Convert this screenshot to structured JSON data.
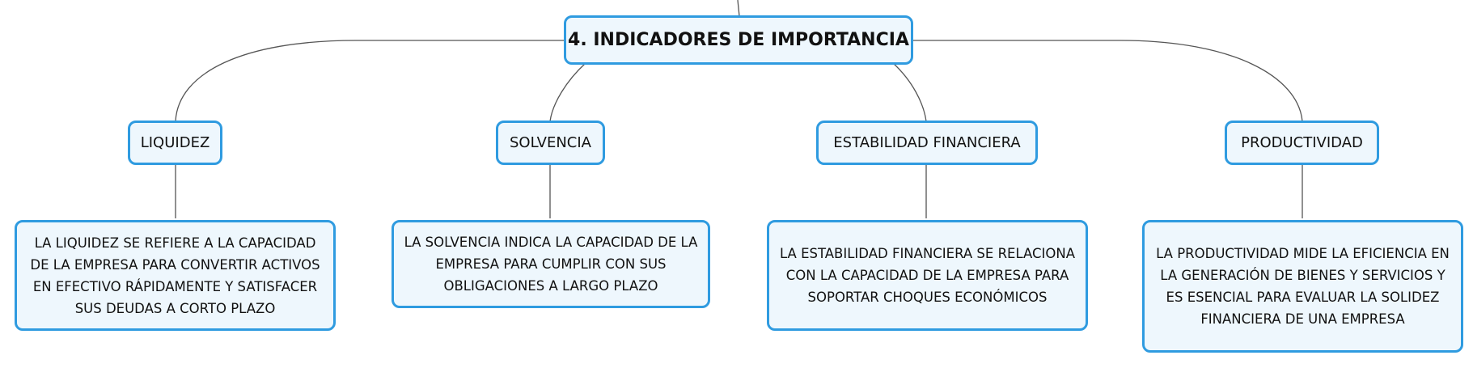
{
  "mindmap": {
    "root": {
      "label": "4. INDICADORES DE IMPORTANCIA"
    },
    "branches": [
      {
        "label": "LIQUIDEZ",
        "description": "LA LIQUIDEZ SE REFIERE A LA CAPACIDAD DE LA EMPRESA PARA CONVERTIR ACTIVOS EN EFECTIVO RÁPIDAMENTE Y SATISFACER SUS DEUDAS A CORTO PLAZO"
      },
      {
        "label": "SOLVENCIA",
        "description": "LA SOLVENCIA INDICA LA CAPACIDAD DE LA EMPRESA PARA CUMPLIR CON SUS OBLIGACIONES A LARGO PLAZO"
      },
      {
        "label": "ESTABILIDAD FINANCIERA",
        "description": "LA ESTABILIDAD FINANCIERA SE RELACIONA CON LA CAPACIDAD DE LA EMPRESA PARA SOPORTAR CHOQUES ECONÓMICOS"
      },
      {
        "label": "PRODUCTIVIDAD",
        "description": "LA PRODUCTIVIDAD MIDE LA EFICIENCIA EN LA GENERACIÓN DE BIENES Y SERVICIOS Y ES ESENCIAL PARA EVALUAR LA SOLIDEZ FINANCIERA DE UNA EMPRESA"
      }
    ]
  },
  "colors": {
    "node_border": "#2f9be0",
    "node_fill": "#eef7fd",
    "connector": "#555555",
    "text": "#111111"
  }
}
